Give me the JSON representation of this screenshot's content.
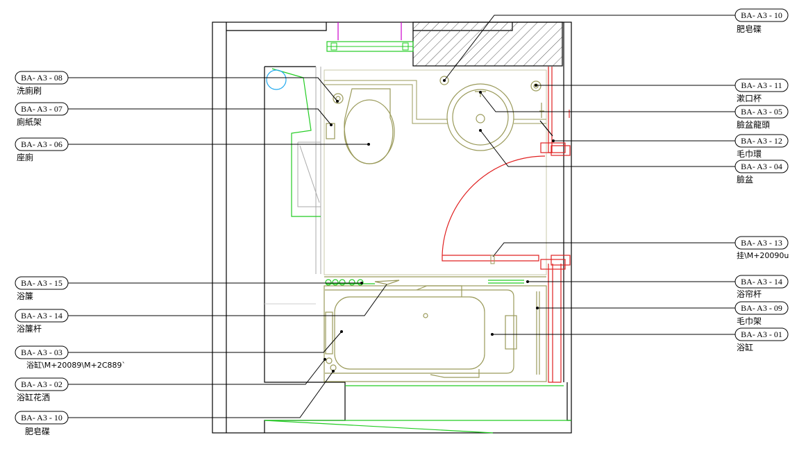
{
  "callouts": {
    "left": [
      {
        "id": "l08",
        "tag": "BA- A3 - 08",
        "desc": "洗廁刷"
      },
      {
        "id": "l07",
        "tag": "BA- A3 - 07",
        "desc": "廁紙架"
      },
      {
        "id": "l06",
        "tag": "BA- A3 - 06",
        "desc": "座廁"
      },
      {
        "id": "l15",
        "tag": "BA- A3 - 15",
        "desc": "浴簾"
      },
      {
        "id": "l14",
        "tag": "BA- A3 - 14",
        "desc": "浴簾杆"
      },
      {
        "id": "l03",
        "tag": "BA- A3 - 03",
        "desc": "浴缸\\M+20089\\M+2C889`"
      },
      {
        "id": "l02",
        "tag": "BA- A3 - 02",
        "desc": "浴缸花洒"
      },
      {
        "id": "l10",
        "tag": "BA- A3 - 10",
        "desc": "肥皂碟"
      }
    ],
    "right": [
      {
        "id": "r10",
        "tag": "BA- A3 - 10",
        "desc": "肥皂碟"
      },
      {
        "id": "r11",
        "tag": "BA- A3 - 11",
        "desc": "漱口杯"
      },
      {
        "id": "r05",
        "tag": "BA- A3 - 05",
        "desc": "臉盆龍頭"
      },
      {
        "id": "r12",
        "tag": "BA- A3 - 12",
        "desc": "毛巾環"
      },
      {
        "id": "r04",
        "tag": "BA- A3 - 04",
        "desc": "臉盆"
      },
      {
        "id": "r13",
        "tag": "BA- A3 - 13",
        "desc": "挂\\M+20090u"
      },
      {
        "id": "r14",
        "tag": "BA- A3 - 14",
        "desc": "浴帘杆"
      },
      {
        "id": "r09",
        "tag": "BA- A3 - 09",
        "desc": "毛巾架"
      },
      {
        "id": "r01",
        "tag": "BA- A3 - 01",
        "desc": "浴缸"
      }
    ]
  },
  "colors": {
    "wall": "#000000",
    "fixture": "#9a9a5a",
    "green": "#22cc22",
    "red": "#e02020",
    "magenta": "#cc00cc",
    "hatch": "#555555"
  }
}
